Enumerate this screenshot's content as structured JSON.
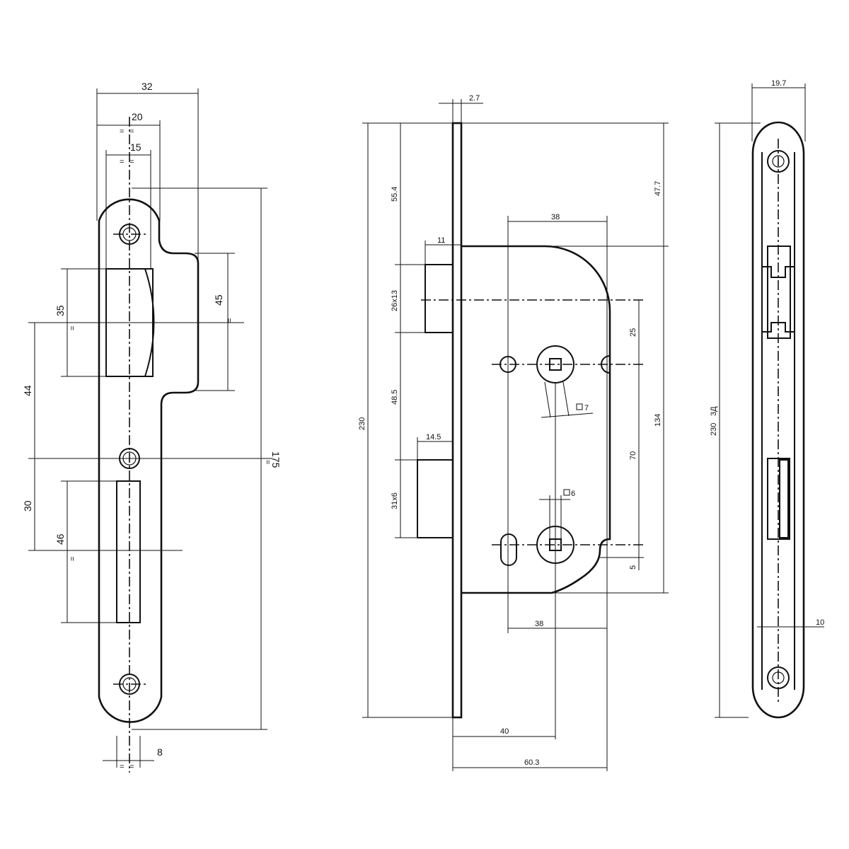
{
  "strike_plate": {
    "width": "32",
    "width_inner": "20",
    "width_cut": "15",
    "height_upper": "35",
    "height_window": "45",
    "dist_44": "44",
    "dist_175": "175",
    "dist_30": "30",
    "height_lower": "46",
    "width_bottom": "8"
  },
  "lock_body": {
    "faceplate_thickness": "2.7",
    "top_offset": "55.4",
    "top_right": "47.7",
    "spindle_to_edge": "38",
    "latch_projection": "11",
    "latch_size": "26x13",
    "offset_25": "25",
    "total_height": "230",
    "mid_offset": "48.5",
    "square_7": "7",
    "case_height": "134",
    "bolt_projection": "14.5",
    "center_distance": "70",
    "bolt_size": "31x6",
    "square_6": "6",
    "offset_5": "5",
    "lower_spindle_edge": "38",
    "backset": "40",
    "case_depth": "60.3"
  },
  "faceplate": {
    "width": "19.7",
    "height": "230",
    "height_note": "3Д",
    "slot_width": "10"
  },
  "marks": {
    "equal": "="
  }
}
